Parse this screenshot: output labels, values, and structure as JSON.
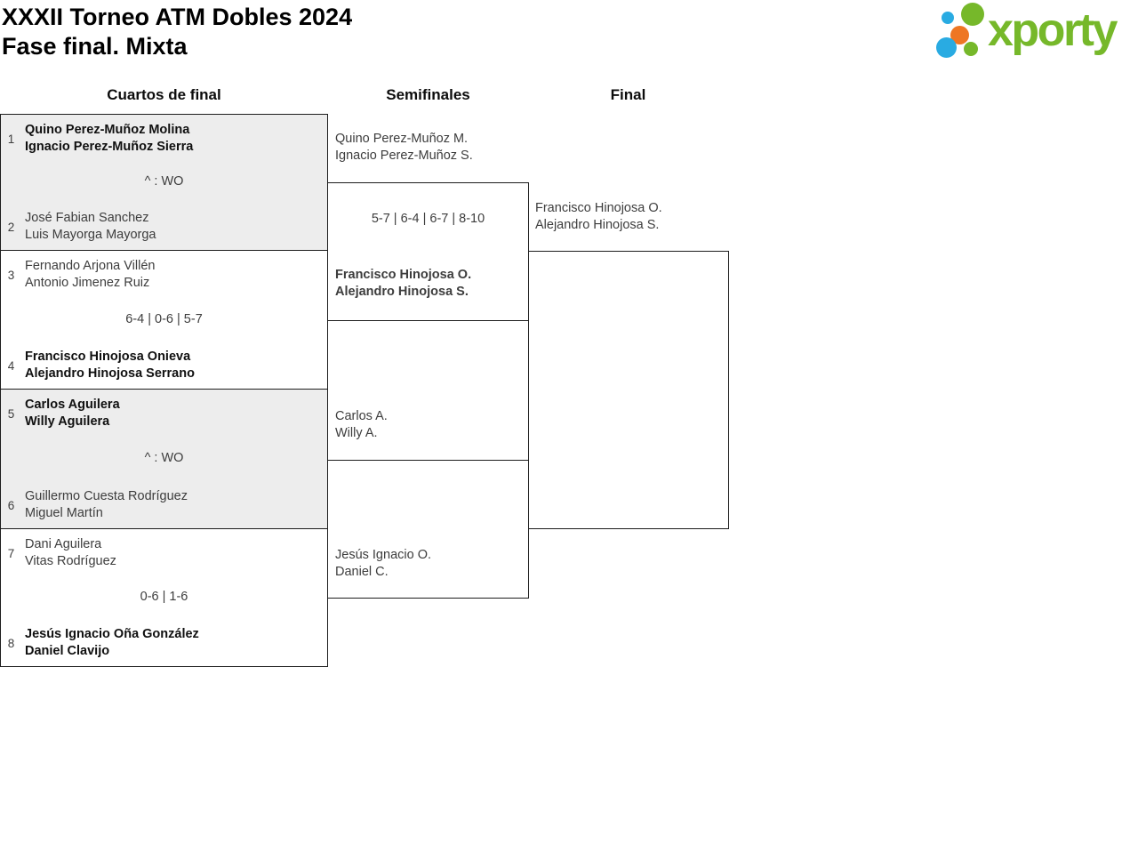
{
  "header": {
    "title": "XXXII Torneo ATM Dobles 2024",
    "subtitle": "Fase final. Mixta"
  },
  "logo": {
    "text": "xporty",
    "colors": {
      "green": "#76b82a",
      "blue": "#29abe2",
      "orange": "#ee7623"
    }
  },
  "round_headers": {
    "quarterfinals": "Cuartos de final",
    "semifinals": "Semifinales",
    "final": "Final"
  },
  "bracket": {
    "quarterfinals": [
      {
        "seed_top": "1",
        "team_top_line1": "Quino Perez-Muñoz Molina",
        "team_top_line2": "Ignacio Perez-Muñoz Sierra",
        "score": "^ : WO",
        "seed_bottom": "2",
        "team_bottom_line1": "José Fabian Sanchez",
        "team_bottom_line2": "Luis Mayorga Mayorga"
      },
      {
        "seed_top": "3",
        "team_top_line1": "Fernando Arjona Villén",
        "team_top_line2": "Antonio Jimenez Ruiz",
        "score": "6-4 | 0-6 | 5-7",
        "seed_bottom": "4",
        "team_bottom_line1": "Francisco Hinojosa Onieva",
        "team_bottom_line2": "Alejandro Hinojosa Serrano"
      },
      {
        "seed_top": "5",
        "team_top_line1": "Carlos Aguilera",
        "team_top_line2": "Willy Aguilera",
        "score": "^ : WO",
        "seed_bottom": "6",
        "team_bottom_line1": "Guillermo Cuesta Rodríguez",
        "team_bottom_line2": "Miguel Martín"
      },
      {
        "seed_top": "7",
        "team_top_line1": "Dani Aguilera",
        "team_top_line2": "Vitas Rodríguez",
        "score": "0-6 | 1-6",
        "seed_bottom": "8",
        "team_bottom_line1": "Jesús Ignacio Oña González",
        "team_bottom_line2": "Daniel Clavijo"
      }
    ],
    "semifinals": [
      {
        "team_top_line1": "Quino Perez-Muñoz M.",
        "team_top_line2": "Ignacio Perez-Muñoz S.",
        "score": "5-7 | 6-4 | 6-7 | 8-10",
        "team_bottom_line1": "Francisco Hinojosa O.",
        "team_bottom_line2": "Alejandro Hinojosa S."
      },
      {
        "team_top_line1": "Carlos A.",
        "team_top_line2": "Willy A.",
        "score": "",
        "team_bottom_line1": "Jesús Ignacio O.",
        "team_bottom_line2": "Daniel C."
      }
    ],
    "final": {
      "team_top_line1": "Francisco Hinojosa O.",
      "team_top_line2": "Alejandro Hinojosa S."
    }
  }
}
